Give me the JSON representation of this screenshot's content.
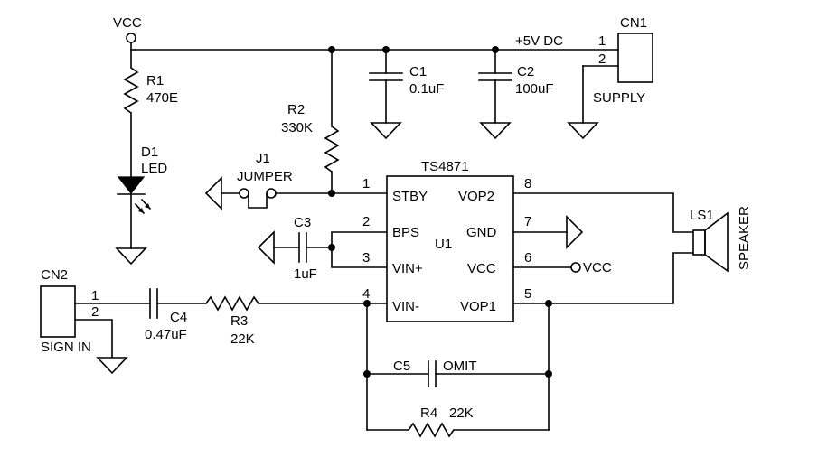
{
  "labels": {
    "vcc_top": "VCC",
    "r1_ref": "R1",
    "r1_val": "470E",
    "d1_ref": "D1",
    "d1_val": "LED",
    "r2_ref": "R2",
    "r2_val": "330K",
    "c1_ref": "C1",
    "c1_val": "0.1uF",
    "c2_ref": "C2",
    "c2_val": "100uF",
    "supply_net": "+5V DC",
    "cn1_ref": "CN1",
    "cn1_pin1": "1",
    "cn1_pin2": "2",
    "cn1_name": "SUPPLY",
    "j1_ref": "J1",
    "j1_val": "JUMPER",
    "c3_ref": "C3",
    "c3_val": "1uF",
    "u1_part": "TS4871",
    "u1_ref": "U1",
    "pin1_num": "1",
    "pin1_name": "STBY",
    "pin2_num": "2",
    "pin2_name": "BPS",
    "pin3_num": "3",
    "pin3_name": "VIN+",
    "pin4_num": "4",
    "pin4_name": "VIN-",
    "pin5_num": "5",
    "pin5_name": "VOP1",
    "pin6_num": "6",
    "pin6_name": "VCC",
    "pin7_num": "7",
    "pin7_name": "GND",
    "pin8_num": "8",
    "pin8_name": "VOP2",
    "vcc_right": "VCC",
    "ls1_ref": "LS1",
    "ls1_name": "SPEAKER",
    "cn2_ref": "CN2",
    "cn2_pin1": "1",
    "cn2_pin2": "2",
    "cn2_name": "SIGN IN",
    "c4_ref": "C4",
    "c4_val": "0.47uF",
    "r3_ref": "R3",
    "r3_val": "22K",
    "c5_ref": "C5",
    "c5_val": "OMIT",
    "r4_ref": "R4",
    "r4_val": "22K"
  }
}
